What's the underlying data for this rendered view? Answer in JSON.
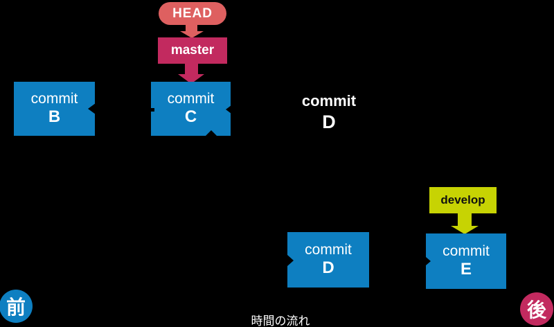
{
  "diagram": {
    "head": {
      "label": "HEAD"
    },
    "master": {
      "label": "master"
    },
    "develop": {
      "label": "develop"
    },
    "commits": {
      "b": {
        "word": "commit",
        "id": "B"
      },
      "c": {
        "word": "commit",
        "id": "C"
      },
      "d_ghost": {
        "word": "commit",
        "id": "D"
      },
      "d": {
        "word": "commit",
        "id": "D"
      },
      "e": {
        "word": "commit",
        "id": "E"
      }
    },
    "timeline": {
      "start_label": "前",
      "end_label": "後",
      "axis_label": "時間の流れ"
    },
    "colors": {
      "background": "#000000",
      "commit_blue": "#0e7fc1",
      "head_salmon": "#de6060",
      "master_crimson": "#c22a5f",
      "develop_yellowgreen": "#c7d303",
      "text_white": "#ffffff"
    }
  }
}
